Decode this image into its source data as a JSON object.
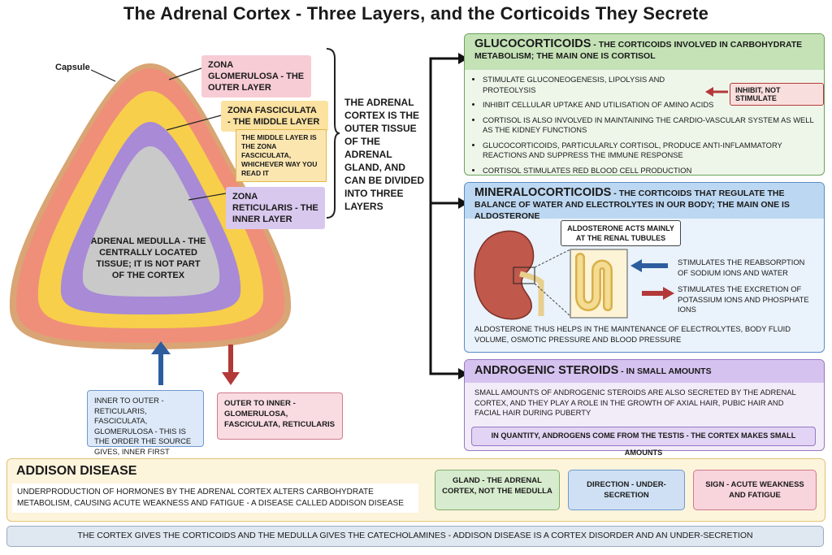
{
  "title": "The Adrenal Cortex - Three Layers, and the Corticoids They Secrete",
  "diagram": {
    "capsule_label": "Capsule",
    "zona_glomerulosa": "ZONA GLOMERULOSA - THE OUTER LAYER",
    "zona_fasciculata": "ZONA FASCICULATA - THE MIDDLE LAYER",
    "fasciculata_note": "THE MIDDLE LAYER IS THE ZONA FASCICULATA, WHICHEVER WAY YOU READ IT",
    "zona_reticularis": "ZONA RETICULARIS - THE INNER LAYER",
    "medulla": "ADRENAL MEDULLA - THE CENTRALLY LOCATED TISSUE; IT IS NOT PART OF THE CORTEX",
    "cortex_description": "THE ADRENAL CORTEX IS THE OUTER TISSUE OF THE ADRENAL GLAND, AND CAN BE DIVIDED INTO THREE LAYERS",
    "inner_to_outer": "INNER TO OUTER - RETICULARIS, FASCICULATA, GLOMERULOSA - THIS IS THE ORDER THE SOURCE GIVES, INNER FIRST",
    "outer_to_inner": "OUTER TO INNER - GLOMERULOSA, FASCICULATA, RETICULARIS",
    "colors": {
      "capsule": "#d9a574",
      "outer": "#ef8f7a",
      "middle": "#f7cf4a",
      "inner": "#a88ad6",
      "medulla": "#c9c9c9"
    }
  },
  "glucocorticoids": {
    "heading": "GLUCOCORTICOIDS",
    "subheading": " - THE CORTICOIDS INVOLVED IN CARBOHYDRATE METABOLISM; THE MAIN ONE IS CORTISOL",
    "bullets": [
      "STIMULATE GLUCONEOGENESIS, LIPOLYSIS AND PROTEOLYSIS",
      "INHIBIT CELLULAR UPTAKE AND UTILISATION OF AMINO ACIDS",
      "CORTISOL IS ALSO INVOLVED IN MAINTAINING THE CARDIO-VASCULAR SYSTEM AS WELL AS THE KIDNEY FUNCTIONS",
      "GLUCOCORTICOIDS, PARTICULARLY CORTISOL, PRODUCE ANTI-INFLAMMATORY REACTIONS AND SUPPRESS THE IMMUNE RESPONSE",
      "CORTISOL STIMULATES RED BLOOD CELL PRODUCTION"
    ],
    "callout": "INHIBIT, NOT STIMULATE"
  },
  "mineralocorticoids": {
    "heading": "MINERALOCORTICOIDS",
    "subheading": " - THE CORTICOIDS THAT REGULATE THE BALANCE OF WATER AND ELECTROLYTES IN OUR BODY; THE MAIN ONE IS ALDOSTERONE",
    "tubule_label": "ALDOSTERONE ACTS MAINLY AT THE RENAL TUBULES",
    "reabsorption": "STIMULATES THE REABSORPTION OF SODIUM IONS AND WATER",
    "excretion": "STIMULATES THE EXCRETION OF POTASSIUM IONS AND PHOSPHATE IONS",
    "summary": "ALDOSTERONE THUS HELPS IN THE MAINTENANCE OF ELECTROLYTES, BODY FLUID VOLUME, OSMOTIC PRESSURE AND BLOOD PRESSURE"
  },
  "androgenic": {
    "heading": "ANDROGENIC STEROIDS",
    "subheading": " - IN SMALL AMOUNTS",
    "text": "SMALL AMOUNTS OF ANDROGENIC STEROIDS ARE ALSO SECRETED BY THE ADRENAL CORTEX, AND THEY PLAY A ROLE IN THE GROWTH OF AXIAL HAIR, PUBIC HAIR AND FACIAL HAIR DURING PUBERTY",
    "note": "IN QUANTITY, ANDROGENS COME FROM THE TESTIS - THE CORTEX MAKES SMALL AMOUNTS"
  },
  "addison": {
    "heading": "ADDISON DISEASE",
    "text": "UNDERPRODUCTION OF HORMONES BY THE ADRENAL CORTEX ALTERS CARBOHYDRATE METABOLISM, CAUSING ACUTE WEAKNESS AND FATIGUE - A DISEASE CALLED ADDISON DISEASE",
    "card_gland": "GLAND - THE ADRENAL CORTEX, NOT THE MEDULLA",
    "card_direction": "DIRECTION - UNDER-SECRETION",
    "card_sign": "SIGN - ACUTE WEAKNESS AND FATIGUE"
  },
  "footer": "THE CORTEX GIVES THE CORTICOIDS AND THE MEDULLA GIVES THE CATECHOLAMINES - ADDISON DISEASE IS A CORTEX DISORDER AND AN UNDER-SECRETION"
}
